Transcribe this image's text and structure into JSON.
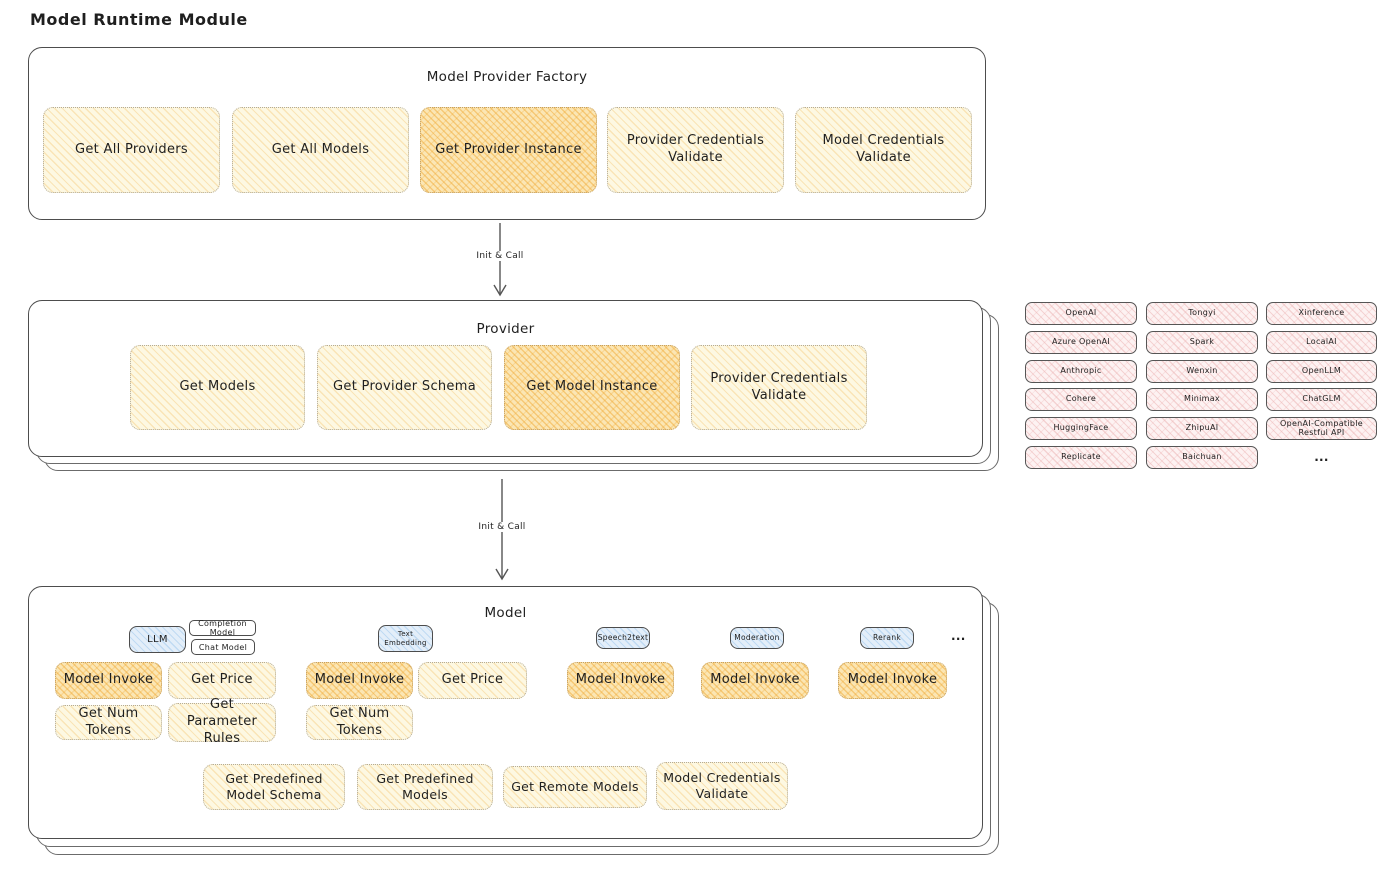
{
  "page": {
    "title": "Model Runtime Module"
  },
  "colors": {
    "yellow_hatch": "#f4c46e",
    "yellow_bg": "#fdf8e2",
    "highlight_hatch": "#f0aa37",
    "highlight_bg": "#fbe6b4",
    "pink_hatch": "#ecb2b2",
    "pink_bg": "#fdf2f2",
    "blue_hatch": "#96c3eb",
    "blue_bg": "#e3eef9",
    "panel_border": "#4d4d4d"
  },
  "factory": {
    "title": "Model Provider Factory",
    "buttons": [
      {
        "label": "Get All Providers",
        "highlighted": false
      },
      {
        "label": "Get All Models",
        "highlighted": false
      },
      {
        "label": "Get Provider Instance",
        "highlighted": true
      },
      {
        "label": "Provider Credentials Validate",
        "highlighted": false
      },
      {
        "label": "Model Credentials Validate",
        "highlighted": false
      }
    ]
  },
  "flow": {
    "label1": "Init & Call",
    "label2": "Init & Call"
  },
  "provider": {
    "title": "Provider",
    "buttons": [
      {
        "label": "Get Models",
        "highlighted": false
      },
      {
        "label": "Get Provider Schema",
        "highlighted": false
      },
      {
        "label": "Get Model Instance",
        "highlighted": true
      },
      {
        "label": "Provider Credentials Validate",
        "highlighted": false
      }
    ]
  },
  "providers": {
    "items": [
      "OpenAI",
      "Tongyi",
      "Xinference",
      "Azure OpenAI",
      "Spark",
      "LocalAI",
      "Anthropic",
      "Wenxin",
      "OpenLLM",
      "Cohere",
      "Minimax",
      "ChatGLM",
      "HuggingFace",
      "ZhipuAI",
      "OpenAI-Compatible Restful API",
      "Replicate",
      "Baichuan"
    ],
    "more": "..."
  },
  "model": {
    "title": "Model",
    "tabs": {
      "llm": "LLM",
      "completion": "Completion Model",
      "chat": "Chat Model",
      "text_embedding": "Text Embedding",
      "speech2text": "Speech2text",
      "moderation": "Moderation",
      "rerank": "Rerank",
      "more": "..."
    },
    "ops": {
      "model_invoke": "Model Invoke",
      "get_price": "Get Price",
      "get_num_tokens": "Get Num Tokens",
      "get_parameter_rules": "Get Parameter Rules",
      "get_predefined_model_schema": "Get Predefined Model Schema",
      "get_predefined_models": "Get Predefined Models",
      "get_remote_models": "Get Remote Models",
      "model_credentials_validate": "Model Credentials Validate"
    }
  }
}
